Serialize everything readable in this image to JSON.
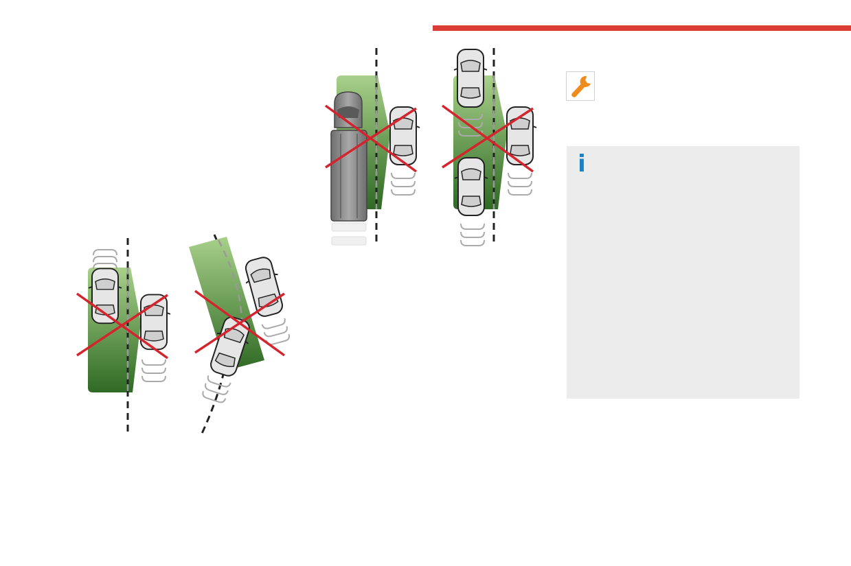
{
  "colors": {
    "accent_bar": "#d93d36",
    "zone_light": "#a8d08a",
    "zone_dark": "#2f6a24",
    "cross": "#d4242e",
    "car_fill": "#e6e6e6",
    "truck_fill": "#8c8c8c",
    "wrench": "#f08c1e",
    "info_panel": "#ececec",
    "info_icon": "#1a82c4"
  },
  "icons": {
    "wrench": "wrench-icon",
    "info": "info-icon"
  },
  "illustrations": [
    {
      "name": "car-ahead-in-zone",
      "crossed": true
    },
    {
      "name": "car-on-curve",
      "crossed": true
    },
    {
      "name": "truck-alongside",
      "crossed": true
    },
    {
      "name": "cars-front-and-back",
      "crossed": true
    }
  ],
  "info": {
    "icon_glyph": "i"
  }
}
